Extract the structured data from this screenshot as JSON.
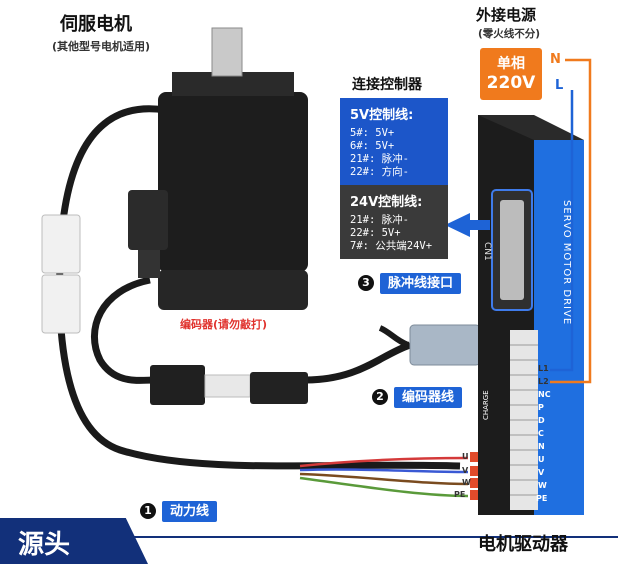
{
  "motor": {
    "title": "伺服电机",
    "subtitle": "(其他型号电机适用)"
  },
  "power_source": {
    "title": "外接电源",
    "subtitle": "(零火线不分)",
    "badge_line1": "单相",
    "badge_line2": "220V",
    "n_label": "N",
    "l_label": "L"
  },
  "controller": {
    "title": "连接控制器",
    "v5_title": "5V控制线:",
    "v5_lines": [
      "5#: 5V+",
      "6#: 5V+",
      "21#: 脉冲-",
      "22#: 方向-"
    ],
    "v24_title": "24V控制线:",
    "v24_lines": [
      "21#: 脉冲-",
      "22#: 5V+",
      "7#: 公共端24V+"
    ]
  },
  "callouts": {
    "pulse_port": {
      "num": "3",
      "label": "脉冲线接口"
    },
    "encoder_cable": {
      "num": "2",
      "label": "编码器线"
    },
    "power_cable": {
      "num": "1",
      "label": "动力线"
    },
    "encoder_warning": "编码器(请勿敲打)"
  },
  "driver": {
    "title": "电机驱动器",
    "side_text": "SERVO MOTOR DRIVE",
    "cn1": "CN1",
    "charge": "CHARGE",
    "terminals": [
      "L1",
      "L2",
      "NC",
      "P",
      "D",
      "C",
      "N",
      "U",
      "V",
      "W",
      "PE"
    ]
  },
  "motor_wires": [
    "U",
    "V",
    "W",
    "PE"
  ],
  "banner": {
    "text": "源头"
  },
  "colors": {
    "accent_blue": "#1e63d6",
    "orange": "#f07a1d",
    "panel_dark": "#3a3a3a",
    "banner_blue": "#12307a"
  }
}
